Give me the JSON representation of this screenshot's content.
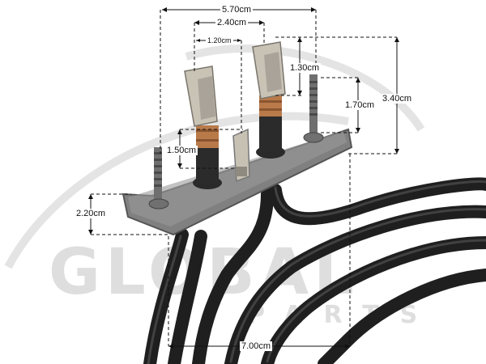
{
  "watermark": {
    "brand": "GLOBAL",
    "sub": "PARTS"
  },
  "dimensions": {
    "top_width": "5.70cm",
    "terminal_spacing": "2.40cm",
    "terminal_width": "1.20cm",
    "terminal_height": "1.30cm",
    "stud_height": "1.70cm",
    "total_height": "3.40cm",
    "tab_height": "1.50cm",
    "plate_height": "2.20cm",
    "bottom_width": "7.00cm"
  },
  "colors": {
    "element": "#262626",
    "plate": "#7c7c7c",
    "copper": "#b97a4a",
    "dimension_line": "#111111",
    "watermark": "#dedede"
  }
}
